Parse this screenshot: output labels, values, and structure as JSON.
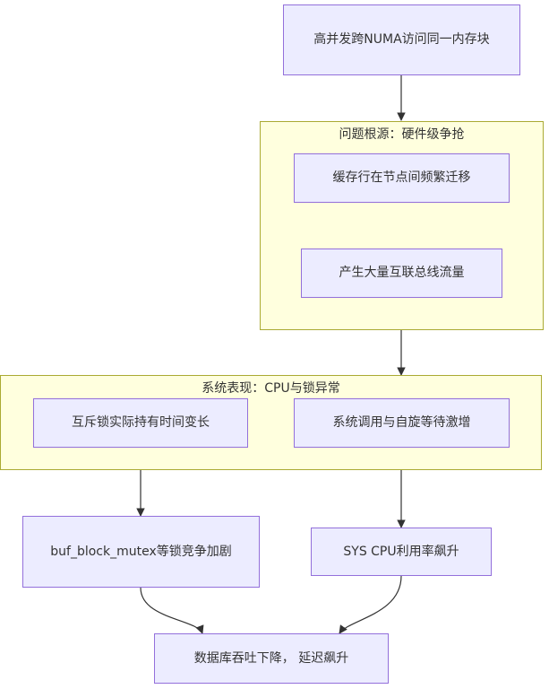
{
  "nodes": {
    "start": "高并发跨NUMA访问同一内存块",
    "cache_line": "缓存行在节点间频繁迁移",
    "interconnect": "产生大量互联总线流量",
    "mutex_hold": "互斥锁实际持有时间变长",
    "syscall_wait": "系统调用与自旋等待激增",
    "buf_block": "buf_block_mutex等锁竞争加剧",
    "sys_cpu": "SYS CPU利用率飙升",
    "result": "数据库吞吐下降， 延迟飙升"
  },
  "clusters": {
    "root_cause": "问题根源：硬件级争抢",
    "symptom": "系统表现：CPU与锁异常"
  },
  "colors": {
    "node_fill": "#ececff",
    "node_border": "#9370db",
    "cluster_fill": "#ffffde",
    "cluster_border": "#aaaa33",
    "edge": "#333333"
  }
}
